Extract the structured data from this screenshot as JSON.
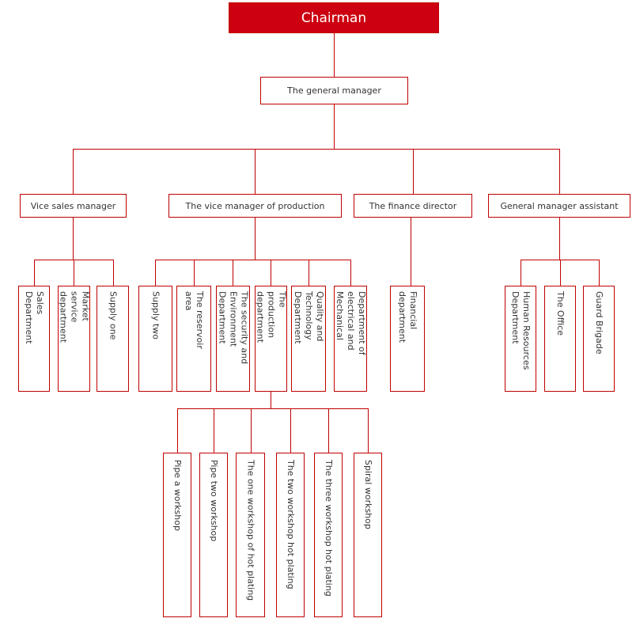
{
  "colors": {
    "chairman_fill": "#cc0011",
    "line_red": "#c00000",
    "node_text": "#333333",
    "chairman_text": "#ffffff",
    "background": "#ffffff"
  },
  "org": {
    "chairman": {
      "label": "Chairman"
    },
    "general_manager": {
      "label": "The general manager"
    },
    "branches": [
      {
        "label": "Vice sales manager",
        "children": [
          {
            "label": "Sales\nDepartment"
          },
          {
            "label": "Market\nservice\ndepartment"
          },
          {
            "label": "Supply one"
          }
        ]
      },
      {
        "label": "The vice manager of production",
        "children": [
          {
            "label": "Supply two"
          },
          {
            "label": "The reservoir\narea"
          },
          {
            "label": "The security and\nEnvironment\nDepartment"
          },
          {
            "label": "The\nproduction\ndepartment",
            "children": [
              {
                "label": "Pipe a workshop"
              },
              {
                "label": "Pipe two workshop"
              },
              {
                "label": "The one workshop of hot plating"
              },
              {
                "label": "The two workshop hot plating"
              },
              {
                "label": "The three workshop hot plating"
              },
              {
                "label": "Spiral workshop"
              }
            ]
          },
          {
            "label": "Quality and\nTechnology\nDepartment"
          },
          {
            "label": "Department of\nelectrical and\nMechanical"
          }
        ]
      },
      {
        "label": "The finance director",
        "children": [
          {
            "label": "Financial\ndepartment"
          }
        ]
      },
      {
        "label": "General manager assistant",
        "children": [
          {
            "label": "Human Resources\nDepartment"
          },
          {
            "label": "The Office"
          },
          {
            "label": "Guard Brigade"
          }
        ]
      }
    ]
  }
}
